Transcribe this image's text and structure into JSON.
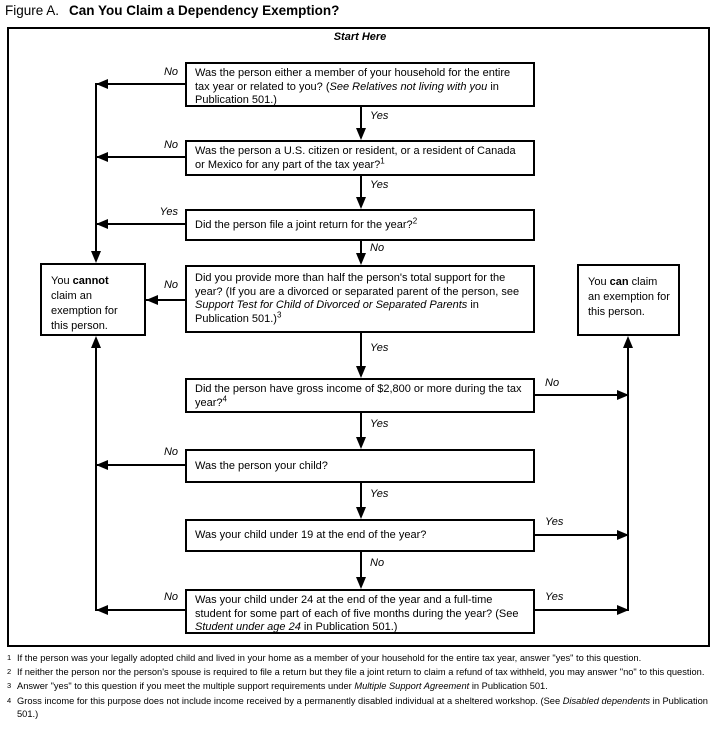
{
  "colors": {
    "ink": "#000000",
    "paper": "#ffffff"
  },
  "figure": {
    "label": "Figure A.",
    "title": "Can You Claim a Dependency Exemption?"
  },
  "flow": {
    "start": "Start Here",
    "q1": {
      "text": "Was the person either a member of your household for the entire tax year or related to you? (",
      "italic": "See Relatives not living with you",
      "after": " in Publication 501.)",
      "left_label": "No",
      "down_label": "Yes"
    },
    "q2": {
      "text": "Was the person a U.S. citizen or resident, or a resident of Canada or Mexico for any part of the tax year?",
      "sup": "1",
      "left_label": "No",
      "down_label": "Yes"
    },
    "q3": {
      "text": "Did the person file a joint return for the year?",
      "sup": "2",
      "left_label": "Yes",
      "down_label": "No"
    },
    "q4": {
      "text": "Did you provide more than half the person's total support for the year? (If you are a divorced or separated parent of the person, see ",
      "italic": "Support Test for Child of Divorced or Separated Parents",
      "after": " in Publication 501.)",
      "sup": "3",
      "left_label": "No",
      "down_label": "Yes"
    },
    "q5": {
      "text": "Did the person have gross income of $2,800 or more during the tax year?",
      "sup": "4",
      "right_label": "No",
      "down_label": "Yes"
    },
    "q6": {
      "text": "Was the person your child?",
      "left_label": "No",
      "down_label": "Yes"
    },
    "q7": {
      "text": "Was your child under 19 at the end of the year?",
      "right_label": "Yes",
      "down_label": "No"
    },
    "q8": {
      "text": "Was your child under 24 at the end of the year and a full-time student for some part of each of five months during the year? (See ",
      "italic": "Student under age 24",
      "after": " in Publication 501.)",
      "left_label": "No",
      "right_label": "Yes"
    },
    "cannot": {
      "pre": "You ",
      "bold": "cannot",
      "post": " claim an exemption for this person."
    },
    "can": {
      "pre": "You ",
      "bold": "can",
      "post": " claim an exemption for this person."
    }
  },
  "footnotes": [
    {
      "num": "1",
      "text": "If the person was your legally adopted child and lived in your home as a member of your household for the entire tax year, answer \"yes\" to this question."
    },
    {
      "num": "2",
      "text": "If neither the person nor the person's spouse is required to file a return but they file a joint return to claim a refund of tax withheld, you may answer \"no\" to this question."
    },
    {
      "num": "3",
      "text": "Answer \"yes\" to this question if you meet the multiple support requirements under ",
      "italic": "Multiple Support Agreement",
      "after": " in Publication 501."
    },
    {
      "num": "4",
      "text": "Gross income for this purpose does not include income received by a permanently disabled individual at a sheltered workshop. (See ",
      "italic": "Disabled dependents",
      "after": " in Publication 501.)"
    }
  ]
}
